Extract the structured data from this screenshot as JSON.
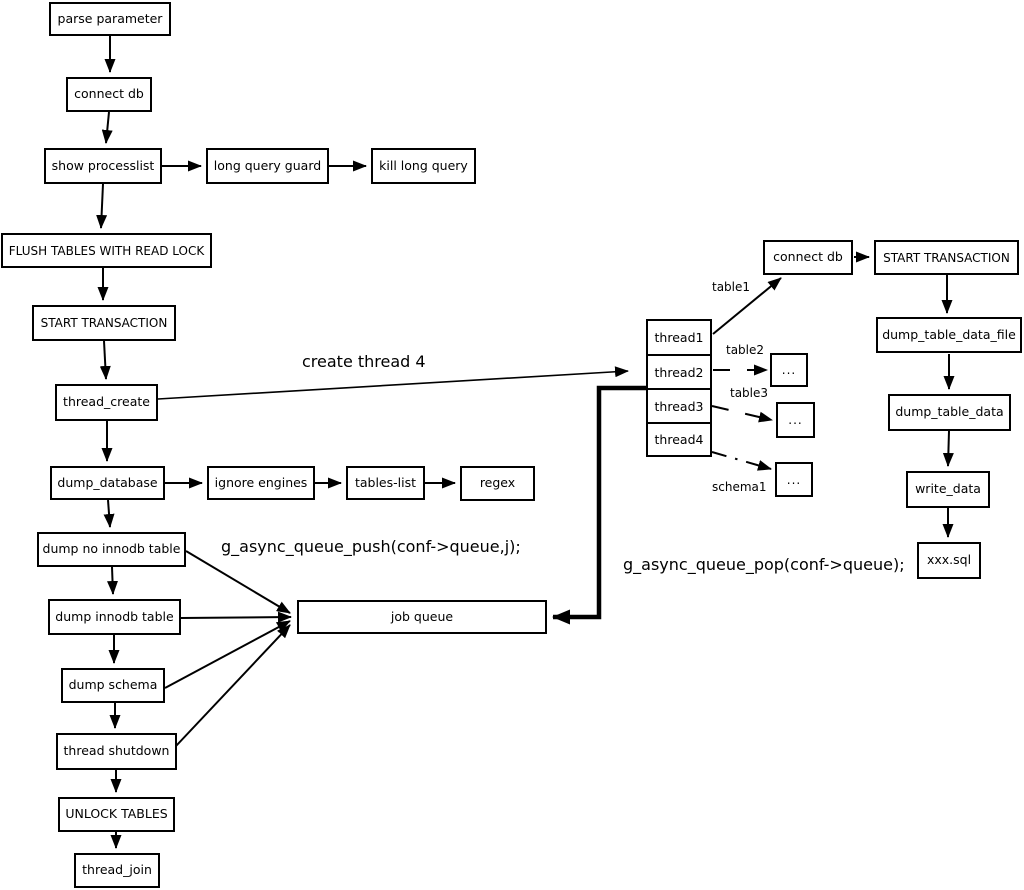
{
  "diagram": {
    "title_semantic": "mydumper database dump flowchart",
    "colors": {
      "background": "#ffffff",
      "line": "#000000",
      "text": "#000000"
    },
    "nodes": {
      "parse_parameter": "parse parameter",
      "connect_db_main": "connect db",
      "show_processlist": "show processlist",
      "long_query_guard": "long query guard",
      "kill_long_query": "kill long query",
      "flush_tables": "FLUSH TABLES WITH READ LOCK",
      "start_transaction_main": "START TRANSACTION",
      "thread_create": "thread_create",
      "dump_database": "dump_database",
      "ignore_engines": "ignore engines",
      "tables_list": "tables-list",
      "regex": "regex",
      "dump_no_innodb_table": "dump no innodb table",
      "dump_innodb_table": "dump innodb table",
      "dump_schema": "dump schema",
      "thread_shutdown": "thread shutdown",
      "unlock_tables": "UNLOCK TABLES",
      "thread_join": "thread_join",
      "job_queue": "job queue",
      "thread1": "thread1",
      "thread2": "thread2",
      "thread3": "thread3",
      "thread4": "thread4",
      "connect_db_worker": "connect db",
      "start_transaction_worker": "START TRANSACTION",
      "dump_table_data_file": "dump_table_data_file",
      "dump_table_data": "dump_table_data",
      "write_data": "write_data",
      "xxx_sql": "xxx.sql",
      "dots1": "...",
      "dots2": "...",
      "dots3": "..."
    },
    "labels": {
      "create_thread": "create thread 4",
      "queue_push": "g_async_queue_push(conf->queue,j);",
      "queue_pop": "g_async_queue_pop(conf->queue);",
      "table1": "table1",
      "table2": "table2",
      "table3": "table3",
      "schema1": "schema1"
    }
  }
}
